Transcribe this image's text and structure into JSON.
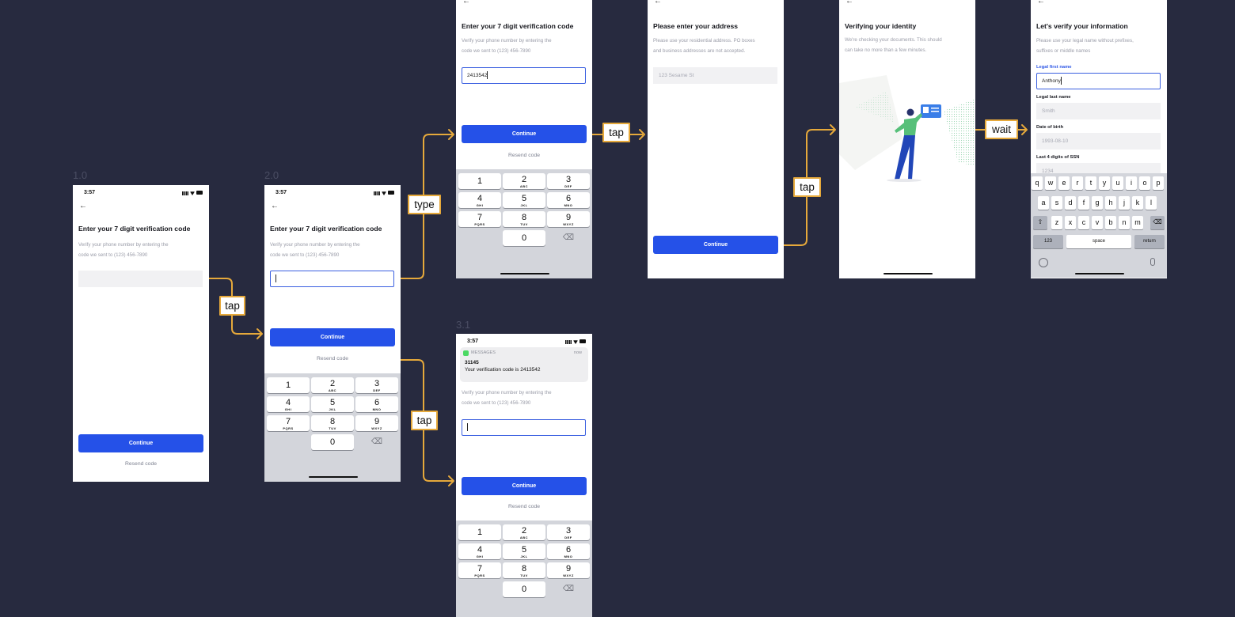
{
  "frame_labels": {
    "s1": "1.0",
    "s2": "2.0",
    "s3": "3.1"
  },
  "status_time": "3:57",
  "verify_screen": {
    "title": "Enter your 7 digit verification code",
    "subtitle_1": "Verify your phone number by entering the",
    "subtitle_2": "code we sent to (123) 456-7890",
    "continue": "Continue",
    "resend": "Resend code",
    "typed_code": "2413542"
  },
  "numpad": [
    {
      "n": "1",
      "l": ""
    },
    {
      "n": "2",
      "l": "ABC"
    },
    {
      "n": "3",
      "l": "DEF"
    },
    {
      "n": "4",
      "l": "GHI"
    },
    {
      "n": "5",
      "l": "JKL"
    },
    {
      "n": "6",
      "l": "MNO"
    },
    {
      "n": "7",
      "l": "PQRS"
    },
    {
      "n": "8",
      "l": "TUV"
    },
    {
      "n": "9",
      "l": "WXYZ"
    },
    {
      "n": "0",
      "l": ""
    }
  ],
  "notification": {
    "app": "MESSAGES",
    "time": "now",
    "sender": "31145",
    "body": "Your verification code is 2413542"
  },
  "address_screen": {
    "title": "Please enter your address",
    "subtitle_1": "Please use your residential address. PO boxes",
    "subtitle_2": "and business addresses are not accepted.",
    "placeholder": "123 Sesame St",
    "continue": "Continue"
  },
  "identity_screen": {
    "title": "Verifying your identity",
    "subtitle_1": "We're checking your documents. This should",
    "subtitle_2": "can take no more than a few minutes."
  },
  "info_screen": {
    "title": "Let's verify your information",
    "subtitle_1": "Please use your legal name without prefixes,",
    "subtitle_2": "suffixes or middle names",
    "first_name_label": "Legal first name",
    "first_name_value": "Anthony",
    "last_name_label": "Legal last name",
    "last_name_placeholder": "Smith",
    "dob_label": "Date of birth",
    "dob_placeholder": "1993-08-10",
    "ssn_label": "Last 4 digits of SSN",
    "ssn_placeholder": "1234"
  },
  "keyboard": {
    "row1": [
      "q",
      "w",
      "e",
      "r",
      "t",
      "y",
      "u",
      "i",
      "o",
      "p"
    ],
    "row2": [
      "a",
      "s",
      "d",
      "f",
      "g",
      "h",
      "j",
      "k",
      "l"
    ],
    "row3": [
      "z",
      "x",
      "c",
      "v",
      "b",
      "n",
      "m"
    ],
    "num_key": "123",
    "space_key": "space",
    "return_key": "return"
  },
  "actions": {
    "tap": "tap",
    "type": "type",
    "wait": "wait"
  },
  "colors": {
    "background": "#272a3f",
    "primary_button": "#2551e8",
    "connector": "#e6a93b"
  }
}
